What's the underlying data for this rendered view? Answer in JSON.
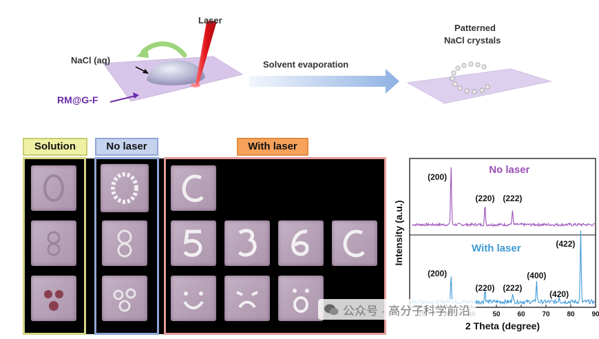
{
  "schematic": {
    "laser_label": "Laser",
    "nacl_label": "NaCl (aq)",
    "substrate_label": "RM@G-F",
    "process_label": "Solvent evaporation",
    "result_label_line1": "Patterned",
    "result_label_line2": "NaCl  crystals"
  },
  "panels": {
    "solution_label": "Solution",
    "nolaser_label": "No laser",
    "withlaser_label": "With laser",
    "colors": {
      "solution": "#d5d584",
      "nolaser": "#8fa6d6",
      "withlaser": "#e59d9d",
      "solution_tag_bg": "#eef0a4",
      "nolaser_tag_bg": "#c5d3ef",
      "withlaser_tag_bg": "#f6a25c"
    }
  },
  "watermark": {
    "text": "公众号 · 高分子科学前沿"
  },
  "chart_data": {
    "type": "line",
    "xlabel": "2 Theta (degree)",
    "ylabel": "Intensity (a.u.)",
    "xlim": [
      15,
      90
    ],
    "xticks": [
      20,
      30,
      40,
      50,
      60,
      70,
      80,
      90
    ],
    "series": [
      {
        "name": "No laser",
        "color": "#9b4fb8",
        "peaks": [
          {
            "x": 31.7,
            "label": "(200)"
          },
          {
            "x": 45.4,
            "label": "(220)"
          },
          {
            "x": 56.5,
            "label": "(222)"
          }
        ]
      },
      {
        "name": "With laser",
        "color": "#3d9ad6",
        "peaks": [
          {
            "x": 31.7,
            "label": "(200)"
          },
          {
            "x": 45.4,
            "label": "(220)"
          },
          {
            "x": 56.5,
            "label": "(222)"
          },
          {
            "x": 66.2,
            "label": "(400)"
          },
          {
            "x": 75.3,
            "label": "(420)"
          },
          {
            "x": 84.0,
            "label": "(422)"
          }
        ]
      }
    ]
  }
}
